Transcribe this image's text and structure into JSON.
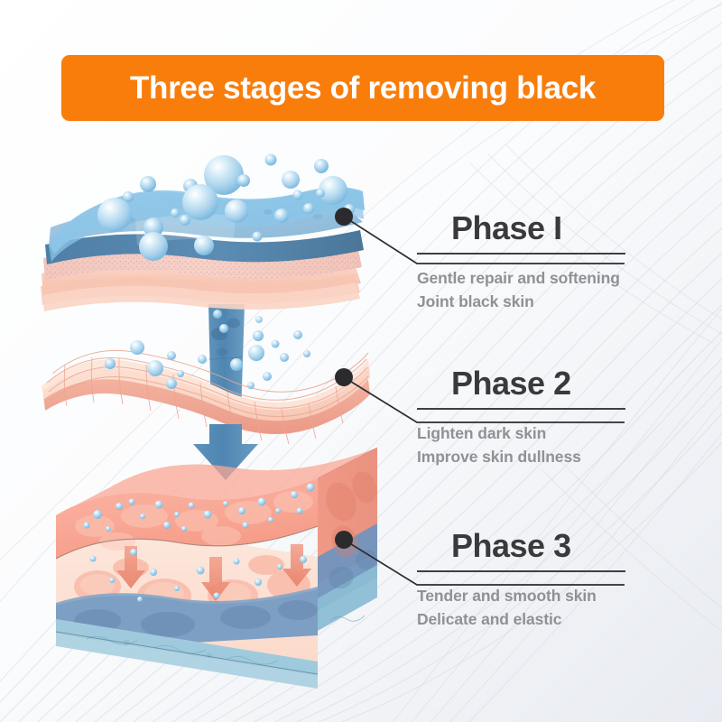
{
  "banner": {
    "title": "Three stages of removing black",
    "background_color": "#f97d0b",
    "text_color": "#ffffff"
  },
  "phases": [
    {
      "heading": "Phase I",
      "lines": [
        "Gentle repair and softening",
        "Joint black skin"
      ],
      "marker_label": "phase-1-marker"
    },
    {
      "heading": "Phase 2",
      "lines": [
        "Lighten dark skin",
        "Improve skin dullness"
      ],
      "marker_label": "phase-2-marker"
    },
    {
      "heading": "Phase 3",
      "lines": [
        "Tender and smooth skin",
        "Delicate and elastic"
      ],
      "marker_label": "phase-3-marker"
    }
  ],
  "illustration": {
    "top_layer_name": "skin-surface-with-bubbles",
    "middle_layer_name": "skin-mesh-sheet",
    "bottom_layer_name": "skin-cross-section-block",
    "arrow_name": "penetration-arrow"
  },
  "colors": {
    "accent_orange": "#f97d0b",
    "heading_gray": "#3a3a3c",
    "body_gray": "#8f9195",
    "rule_gray": "#3f3f42",
    "bubble_blue": "#a9d3ed",
    "sheet_blue": "#7cb8dd",
    "deep_blue": "#4a7fa8",
    "skin_pink": "#f9b9ae",
    "skin_light": "#fde0d4",
    "dermis_blue": "#6f93bd",
    "arrow_orange": "#ef8f7a"
  }
}
